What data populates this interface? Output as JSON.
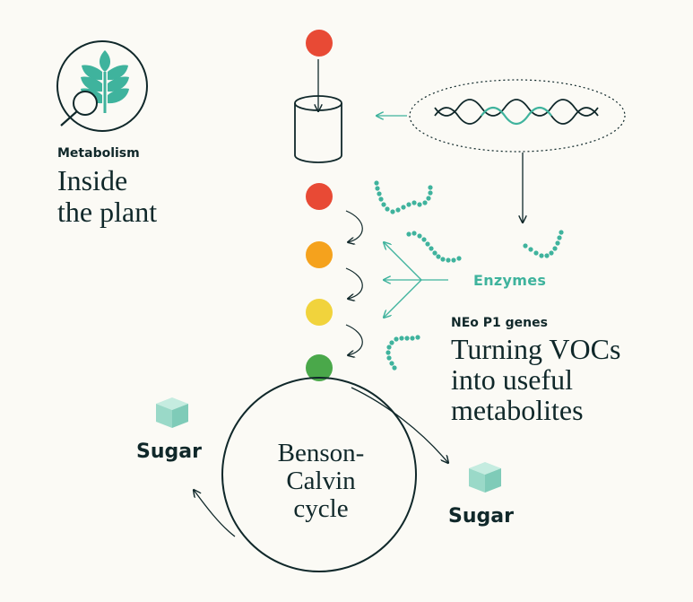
{
  "metabolism": {
    "label": "Metabolism",
    "title": "Inside the plant",
    "icon": "wheat-magnifier-icon"
  },
  "genes": {
    "label": "NEo P1 genes",
    "title": "Turning VOCs into useful metabolites"
  },
  "enzymes": {
    "label": "Enzymes"
  },
  "cycle": {
    "label": "Benson-Calvin cycle"
  },
  "sugars": {
    "left": "Sugar",
    "right": "Sugar"
  },
  "colors": {
    "dark": "#10282a",
    "teal": "#3fb39d",
    "red": "#e84a35",
    "orange": "#f5a21d",
    "yellow": "#f1d33c",
    "green": "#4aa84a",
    "cube": "#9ad9c8",
    "background": "#fbfaf5"
  },
  "metabolite_sequence": [
    "red",
    "orange",
    "yellow",
    "green"
  ]
}
